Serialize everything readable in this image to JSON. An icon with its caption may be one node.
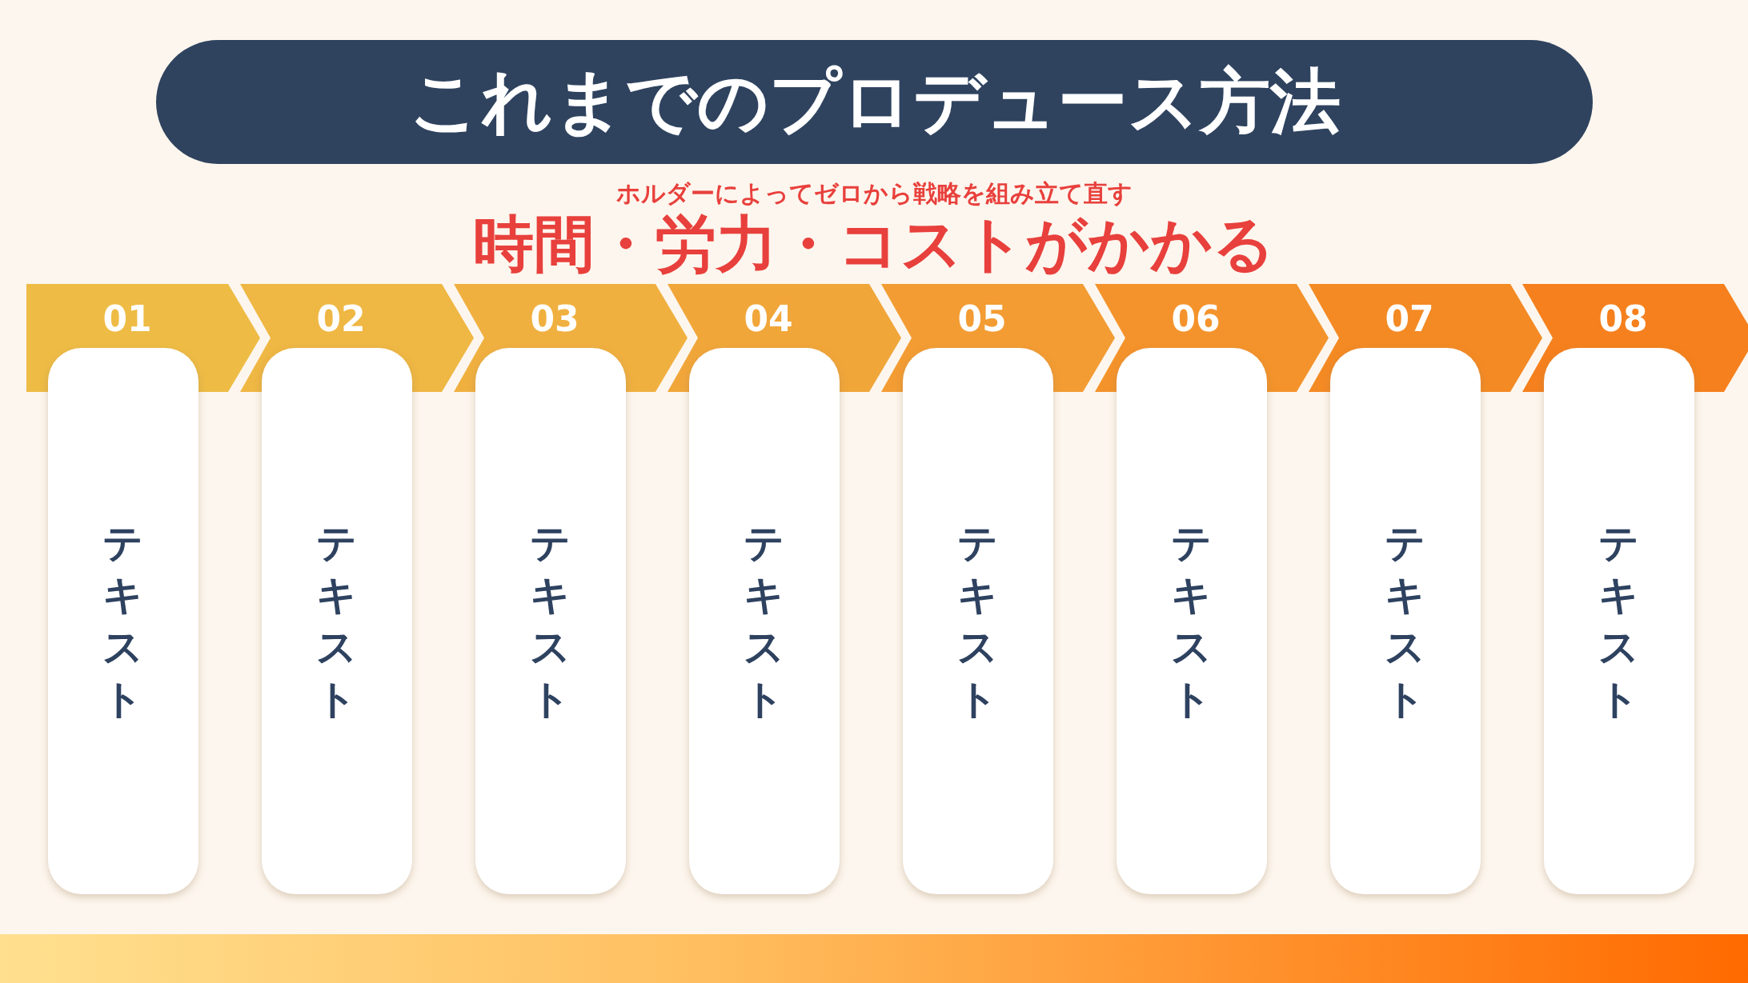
{
  "diagram": {
    "nodes": [
      {
        "text": [
          "これまでのプロデュース方法"
        ]
      },
      {
        "text": [
          "01"
        ]
      },
      {
        "text": [
          "テキスト"
        ]
      },
      {
        "text": [
          "02"
        ]
      },
      {
        "text": [
          "テキスト"
        ]
      },
      {
        "text": [
          "03"
        ]
      },
      {
        "text": [
          "テキスト"
        ]
      },
      {
        "text": [
          "04"
        ]
      },
      {
        "text": [
          "テキスト"
        ]
      },
      {
        "text": [
          "05"
        ]
      },
      {
        "text": [
          "テキスト"
        ]
      },
      {
        "text": [
          "06"
        ]
      },
      {
        "text": [
          "テキスト"
        ]
      },
      {
        "text": [
          "07"
        ]
      },
      {
        "text": [
          "テキスト"
        ]
      },
      {
        "text": [
          "08"
        ]
      },
      {
        "text": [
          "テキスト"
        ]
      }
    ],
    "labels": [
      "ホルダーによってゼロから戦略を組み立て直す",
      "時間・労力・コストがかかる"
    ]
  }
}
